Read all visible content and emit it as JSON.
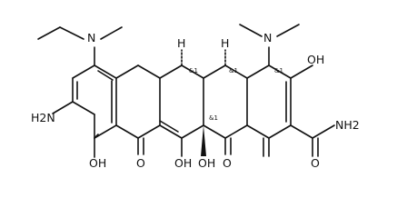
{
  "structure": {
    "atoms": {
      "ethyl_methyl_amine": "N",
      "dimethylamine": "N",
      "amino_group": "H2N",
      "oh_phenol": "OH",
      "oh_enol_top": "OH",
      "oh_enol_middle": "OH",
      "oh_ring_junction": "OH",
      "keto_left": "O",
      "keto_right": "O",
      "amide_o": "O",
      "amide_nh2": "NH2",
      "stereo_h_left": "H",
      "stereo_h_right": "H"
    },
    "stereo_labels": {
      "s1": "&1",
      "s2": "&1",
      "s3": "&1",
      "s4": "&1"
    }
  }
}
